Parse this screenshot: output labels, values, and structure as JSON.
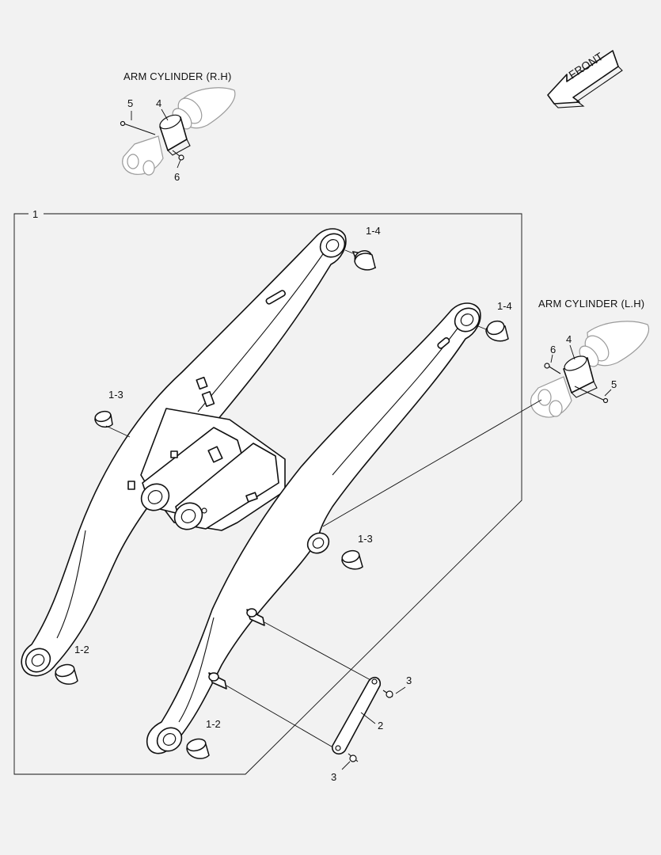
{
  "direction_arrow": {
    "text": "FRONT"
  },
  "assembly_frame": {
    "label": "1"
  },
  "cylinder_rh": {
    "title": "ARM CYLINDER (R.H)",
    "callouts": [
      "5",
      "4",
      "6"
    ]
  },
  "cylinder_lh": {
    "title": "ARM CYLINDER (L.H)",
    "callouts": [
      "6",
      "4",
      "5"
    ]
  },
  "arm_callouts": {
    "pivot_top_left": "1-4",
    "pivot_top_right": "1-4",
    "cylinder_boss_left": "1-3",
    "cylinder_boss_right": "1-3",
    "tip_left": "1-2",
    "tip_right": "1-2",
    "link": "2",
    "clip_upper": "3",
    "clip_lower": "3"
  }
}
